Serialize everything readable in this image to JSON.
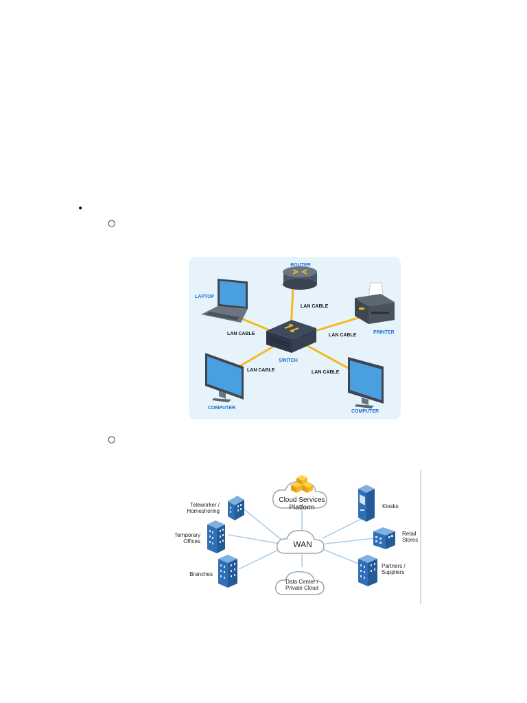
{
  "list": {
    "bullet_l1": "•",
    "bullet_l2": "○"
  },
  "lan_diagram": {
    "router": "ROUTER",
    "laptop": "LAPTOP",
    "printer": "PRINTER",
    "switch": "SWITCH",
    "computer_left": "COMPUTER",
    "computer_right": "COMPUTER",
    "cable_router": "LAN CABLE",
    "cable_laptop": "LAN CABLE",
    "cable_printer": "LAN CABLE",
    "cable_computer_left": "LAN CABLE",
    "cable_computer_right": "LAN CABLE",
    "colors": {
      "background": "#e6f3fb",
      "cable": "#f5b820",
      "label_blue": "#1f6fd1",
      "label_dark": "#1a1a1a"
    }
  },
  "wan_diagram": {
    "cloud_services_line1": "Cloud Services",
    "cloud_services_line2": "Platform",
    "wan": "WAN",
    "datacenter_line1": "Data Center /",
    "datacenter_line2": "Private Cloud",
    "teleworker_line1": "Teleworker /",
    "teleworker_line2": "Homeshoring",
    "temporary_line1": "Temporary",
    "temporary_line2": "Offices",
    "branches": "Branches",
    "kiosks": "Kiosks",
    "retail_line1": "Retail",
    "retail_line2": "Stores",
    "partners_line1": "Partners /",
    "partners_line2": "Suppliers",
    "colors": {
      "building": "#2f6fb6",
      "link": "#a9cbe6",
      "cube": "#f5b820"
    }
  }
}
